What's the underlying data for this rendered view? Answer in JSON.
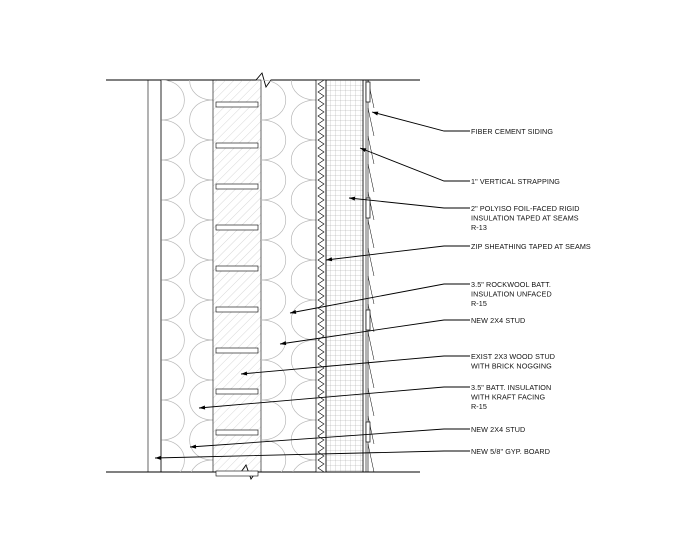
{
  "drawing": {
    "labels": [
      {
        "key": "fiber_cement",
        "lines": [
          "FIBER CEMENT SIDING"
        ]
      },
      {
        "key": "vertical_strapping",
        "lines": [
          "1\" VERTICAL STRAPPING"
        ]
      },
      {
        "key": "polyiso",
        "lines": [
          "2\" POLYISO FOIL-FACED RIGID",
          "INSULATION TAPED AT SEAMS",
          "R-13"
        ]
      },
      {
        "key": "zip_sheathing",
        "lines": [
          "ZIP SHEATHING TAPED AT SEAMS"
        ]
      },
      {
        "key": "rockwool",
        "lines": [
          "3.5\" ROCKWOOL BATT.",
          "INSULATION UNFACED",
          "R-15"
        ]
      },
      {
        "key": "new_stud_1",
        "lines": [
          "NEW 2X4 STUD"
        ]
      },
      {
        "key": "exist_stud",
        "lines": [
          "EXIST 2X3 WOOD STUD",
          "WITH BRICK NOGGING"
        ]
      },
      {
        "key": "kraft_batt",
        "lines": [
          "3.5\" BATT. INSULATION",
          "WITH KRAFT FACING",
          "R-15"
        ]
      },
      {
        "key": "new_stud_2",
        "lines": [
          "NEW 2X4 STUD"
        ]
      },
      {
        "key": "gyp_board",
        "lines": [
          "NEW 5/8\" GYP. BOARD"
        ]
      }
    ]
  }
}
